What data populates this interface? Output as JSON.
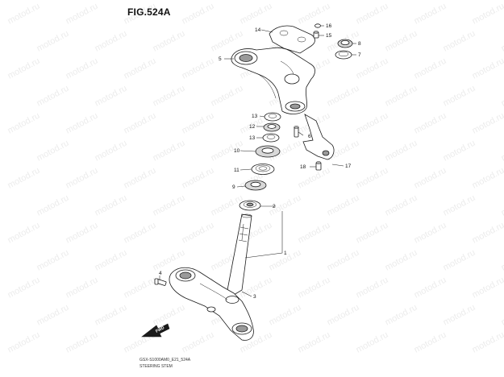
{
  "figure": {
    "title": "FIG.524A",
    "code": "GSX-S1000AM0_E21_524A",
    "name": "STEERING STEM"
  },
  "watermark": {
    "text": "motod.ru"
  },
  "fwd_label": "FWD",
  "callouts": [
    "1",
    "2",
    "3",
    "4",
    "5",
    "6",
    "7",
    "8",
    "9",
    "10",
    "11",
    "12",
    "13",
    "14",
    "15",
    "16",
    "17",
    "18"
  ],
  "colors": {
    "line": "#1a1a1a",
    "watermark": "#ececec"
  }
}
